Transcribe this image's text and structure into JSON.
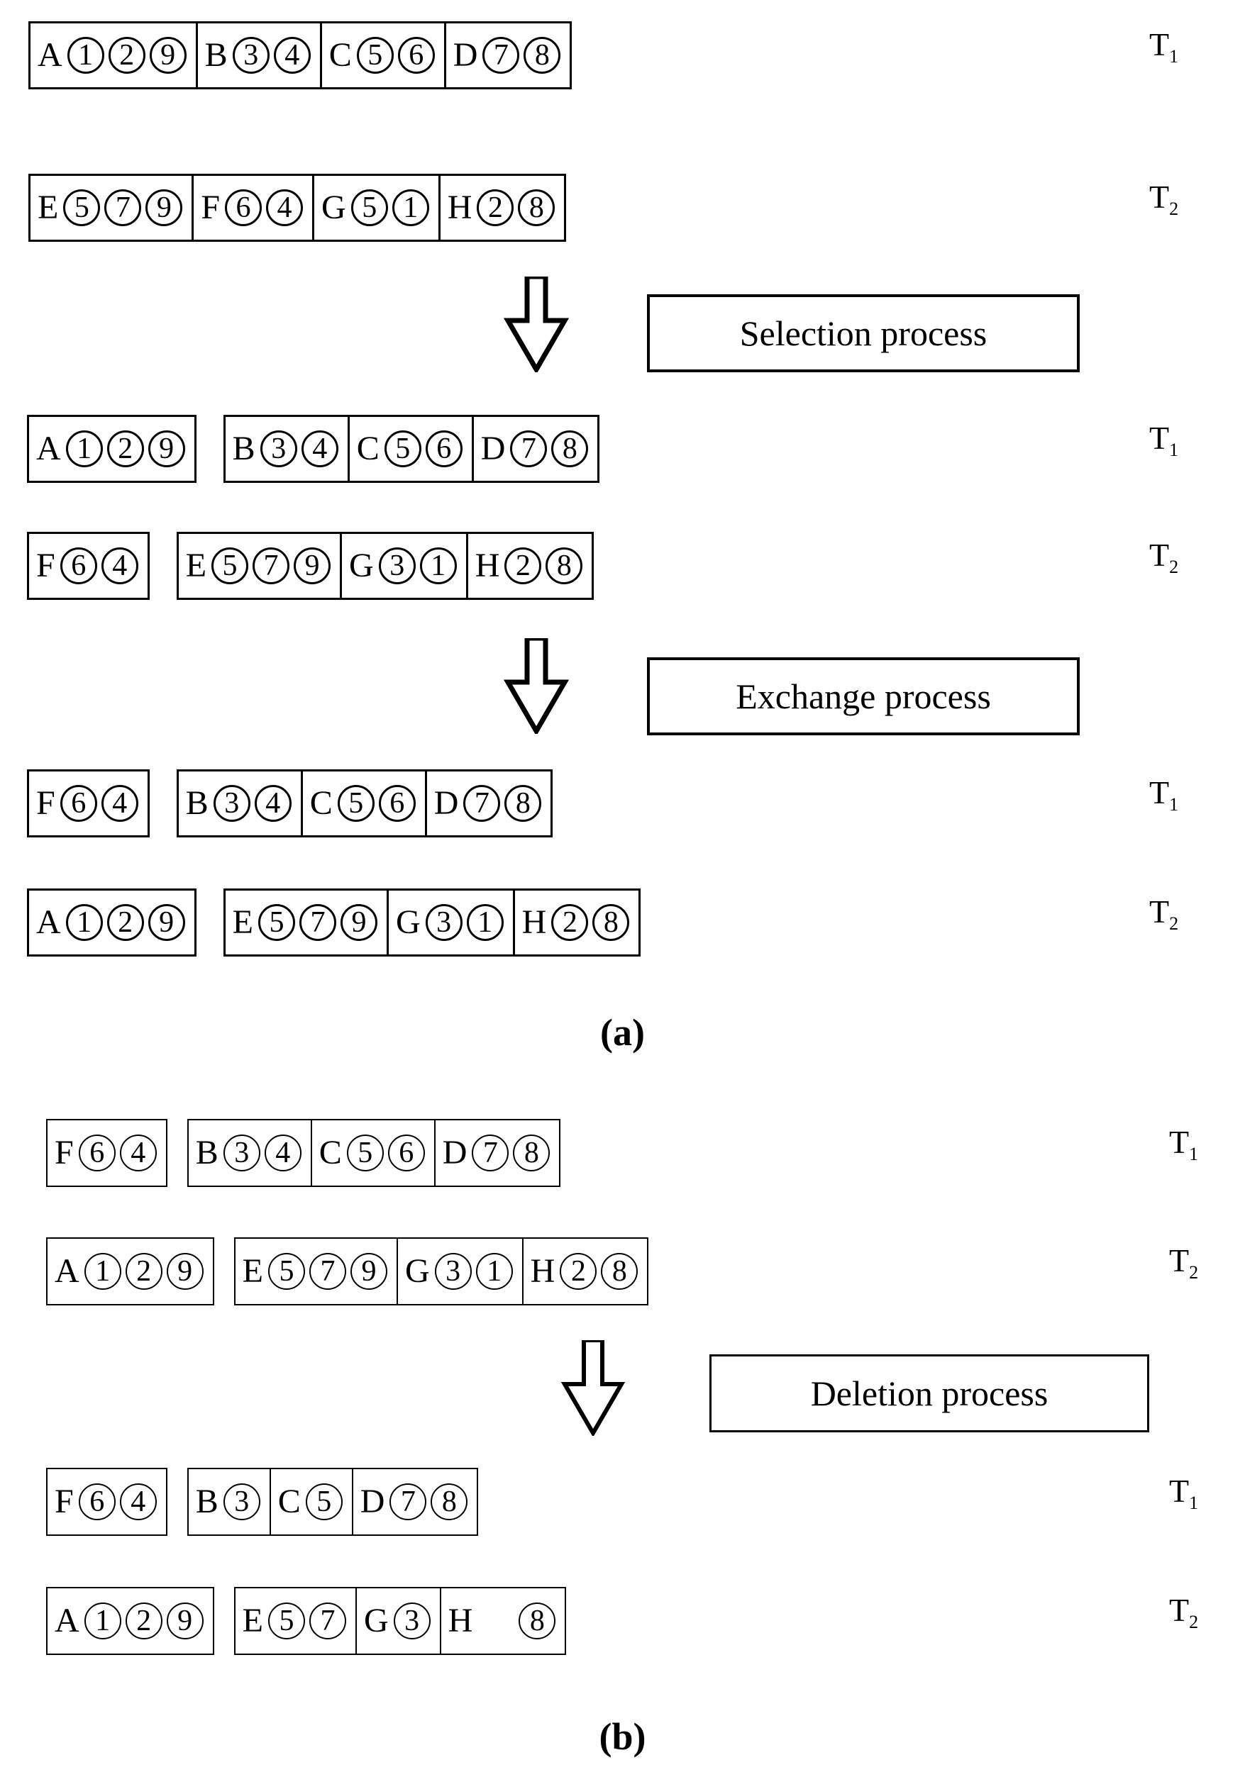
{
  "figure": {
    "panels": [
      {
        "id": "a",
        "caption": "(a)",
        "stages": [
          {
            "name": "initial",
            "rows": [
              {
                "label": "T",
                "sub": "1",
                "detached": null,
                "cells": [
                  {
                    "tag": "A",
                    "slots": [
                      "1",
                      "2",
                      "9"
                    ]
                  },
                  {
                    "tag": "B",
                    "slots": [
                      "3",
                      "4"
                    ]
                  },
                  {
                    "tag": "C",
                    "slots": [
                      "5",
                      "6"
                    ]
                  },
                  {
                    "tag": "D",
                    "slots": [
                      "7",
                      "8"
                    ]
                  }
                ]
              },
              {
                "label": "T",
                "sub": "2",
                "detached": null,
                "cells": [
                  {
                    "tag": "E",
                    "slots": [
                      "5",
                      "7",
                      "9"
                    ]
                  },
                  {
                    "tag": "F",
                    "slots": [
                      "6",
                      "4"
                    ]
                  },
                  {
                    "tag": "G",
                    "slots": [
                      "5",
                      "1"
                    ]
                  },
                  {
                    "tag": "H",
                    "slots": [
                      "2",
                      "8"
                    ]
                  }
                ]
              }
            ]
          },
          {
            "name": "after-selection",
            "process_label": "Selection process",
            "rows": [
              {
                "label": "T",
                "sub": "1",
                "detached": {
                  "tag": "A",
                  "slots": [
                    "1",
                    "2",
                    "9"
                  ]
                },
                "cells": [
                  {
                    "tag": "B",
                    "slots": [
                      "3",
                      "4"
                    ]
                  },
                  {
                    "tag": "C",
                    "slots": [
                      "5",
                      "6"
                    ]
                  },
                  {
                    "tag": "D",
                    "slots": [
                      "7",
                      "8"
                    ]
                  }
                ]
              },
              {
                "label": "T",
                "sub": "2",
                "detached": {
                  "tag": "F",
                  "slots": [
                    "6",
                    "4"
                  ]
                },
                "cells": [
                  {
                    "tag": "E",
                    "slots": [
                      "5",
                      "7",
                      "9"
                    ]
                  },
                  {
                    "tag": "G",
                    "slots": [
                      "3",
                      "1"
                    ]
                  },
                  {
                    "tag": "H",
                    "slots": [
                      "2",
                      "8"
                    ]
                  }
                ]
              }
            ]
          },
          {
            "name": "after-exchange",
            "process_label": "Exchange process",
            "rows": [
              {
                "label": "T",
                "sub": "1",
                "detached": {
                  "tag": "F",
                  "slots": [
                    "6",
                    "4"
                  ]
                },
                "cells": [
                  {
                    "tag": "B",
                    "slots": [
                      "3",
                      "4"
                    ]
                  },
                  {
                    "tag": "C",
                    "slots": [
                      "5",
                      "6"
                    ]
                  },
                  {
                    "tag": "D",
                    "slots": [
                      "7",
                      "8"
                    ]
                  }
                ]
              },
              {
                "label": "T",
                "sub": "2",
                "detached": {
                  "tag": "A",
                  "slots": [
                    "1",
                    "2",
                    "9"
                  ]
                },
                "cells": [
                  {
                    "tag": "E",
                    "slots": [
                      "5",
                      "7",
                      "9"
                    ]
                  },
                  {
                    "tag": "G",
                    "slots": [
                      "3",
                      "1"
                    ]
                  },
                  {
                    "tag": "H",
                    "slots": [
                      "2",
                      "8"
                    ]
                  }
                ]
              }
            ]
          }
        ]
      },
      {
        "id": "b",
        "caption": "(b)",
        "stages": [
          {
            "name": "initial",
            "rows": [
              {
                "label": "T",
                "sub": "1",
                "detached": {
                  "tag": "F",
                  "slots": [
                    "6",
                    "4"
                  ]
                },
                "cells": [
                  {
                    "tag": "B",
                    "slots": [
                      "3",
                      "4"
                    ]
                  },
                  {
                    "tag": "C",
                    "slots": [
                      "5",
                      "6"
                    ]
                  },
                  {
                    "tag": "D",
                    "slots": [
                      "7",
                      "8"
                    ]
                  }
                ]
              },
              {
                "label": "T",
                "sub": "2",
                "detached": {
                  "tag": "A",
                  "slots": [
                    "1",
                    "2",
                    "9"
                  ]
                },
                "cells": [
                  {
                    "tag": "E",
                    "slots": [
                      "5",
                      "7",
                      "9"
                    ]
                  },
                  {
                    "tag": "G",
                    "slots": [
                      "3",
                      "1"
                    ]
                  },
                  {
                    "tag": "H",
                    "slots": [
                      "2",
                      "8"
                    ]
                  }
                ]
              }
            ]
          },
          {
            "name": "after-deletion",
            "process_label": "Deletion process",
            "rows": [
              {
                "label": "T",
                "sub": "1",
                "detached": {
                  "tag": "F",
                  "slots": [
                    "6",
                    "4"
                  ]
                },
                "cells": [
                  {
                    "tag": "B",
                    "slots": [
                      "3"
                    ]
                  },
                  {
                    "tag": "C",
                    "slots": [
                      "5"
                    ]
                  },
                  {
                    "tag": "D",
                    "slots": [
                      "7",
                      "8"
                    ]
                  }
                ]
              },
              {
                "label": "T",
                "sub": "2",
                "detached": {
                  "tag": "A",
                  "slots": [
                    "1",
                    "2",
                    "9"
                  ]
                },
                "cells": [
                  {
                    "tag": "E",
                    "slots": [
                      "5",
                      "7"
                    ]
                  },
                  {
                    "tag": "G",
                    "slots": [
                      "3"
                    ]
                  },
                  {
                    "tag": "H",
                    "slots": [
                      "",
                      "8"
                    ]
                  }
                ]
              }
            ]
          }
        ]
      }
    ]
  },
  "labels": {
    "selection_process": "Selection process",
    "exchange_process": "Exchange process",
    "deletion_process": "Deletion process",
    "caption_a": "(a)",
    "caption_b": "(b)",
    "t1": "T",
    "t1_sub": "1",
    "t2": "T",
    "t2_sub": "2"
  },
  "colors": {
    "stroke": "#000000",
    "background": "#ffffff"
  },
  "icons": {
    "down_arrow": "down-arrow-icon"
  }
}
